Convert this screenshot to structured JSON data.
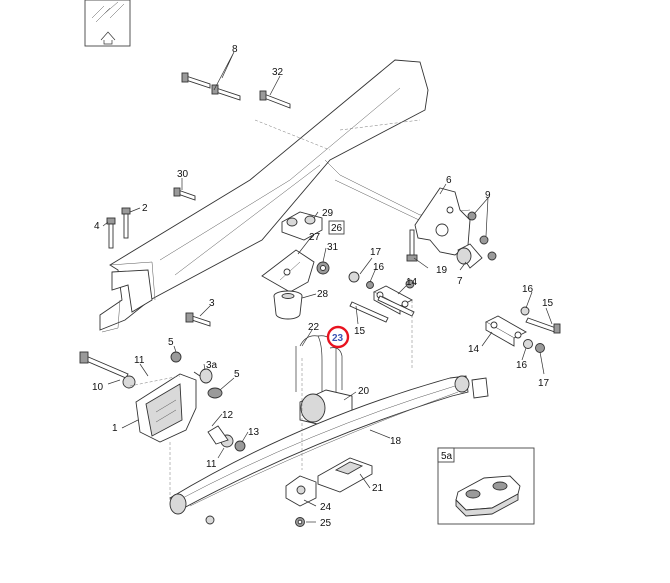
{
  "labels": {
    "l1": "1",
    "l2": "2",
    "l3": "3",
    "l3a": "3a",
    "l4": "4",
    "l5a": "5",
    "l5b": "5",
    "l6": "6",
    "l7": "7",
    "l8": "8",
    "l9": "9",
    "l10": "10",
    "l11a": "11",
    "l11b": "11",
    "l12": "12",
    "l13": "13",
    "l14a": "14",
    "l14b": "14",
    "l15a": "15",
    "l15b": "15",
    "l16a": "16",
    "l16b": "16",
    "l16c": "16",
    "l17a": "17",
    "l17b": "17",
    "l18": "18",
    "l19": "19",
    "l20": "20",
    "l21": "21",
    "l22": "22",
    "l23": "23",
    "l24": "24",
    "l25": "25",
    "l26": "26",
    "l27": "27",
    "l28": "28",
    "l29": "29",
    "l30": "30",
    "l31": "31",
    "l32": "32"
  },
  "inset": {
    "label": "5a"
  },
  "highlight_color": "#e8121f"
}
